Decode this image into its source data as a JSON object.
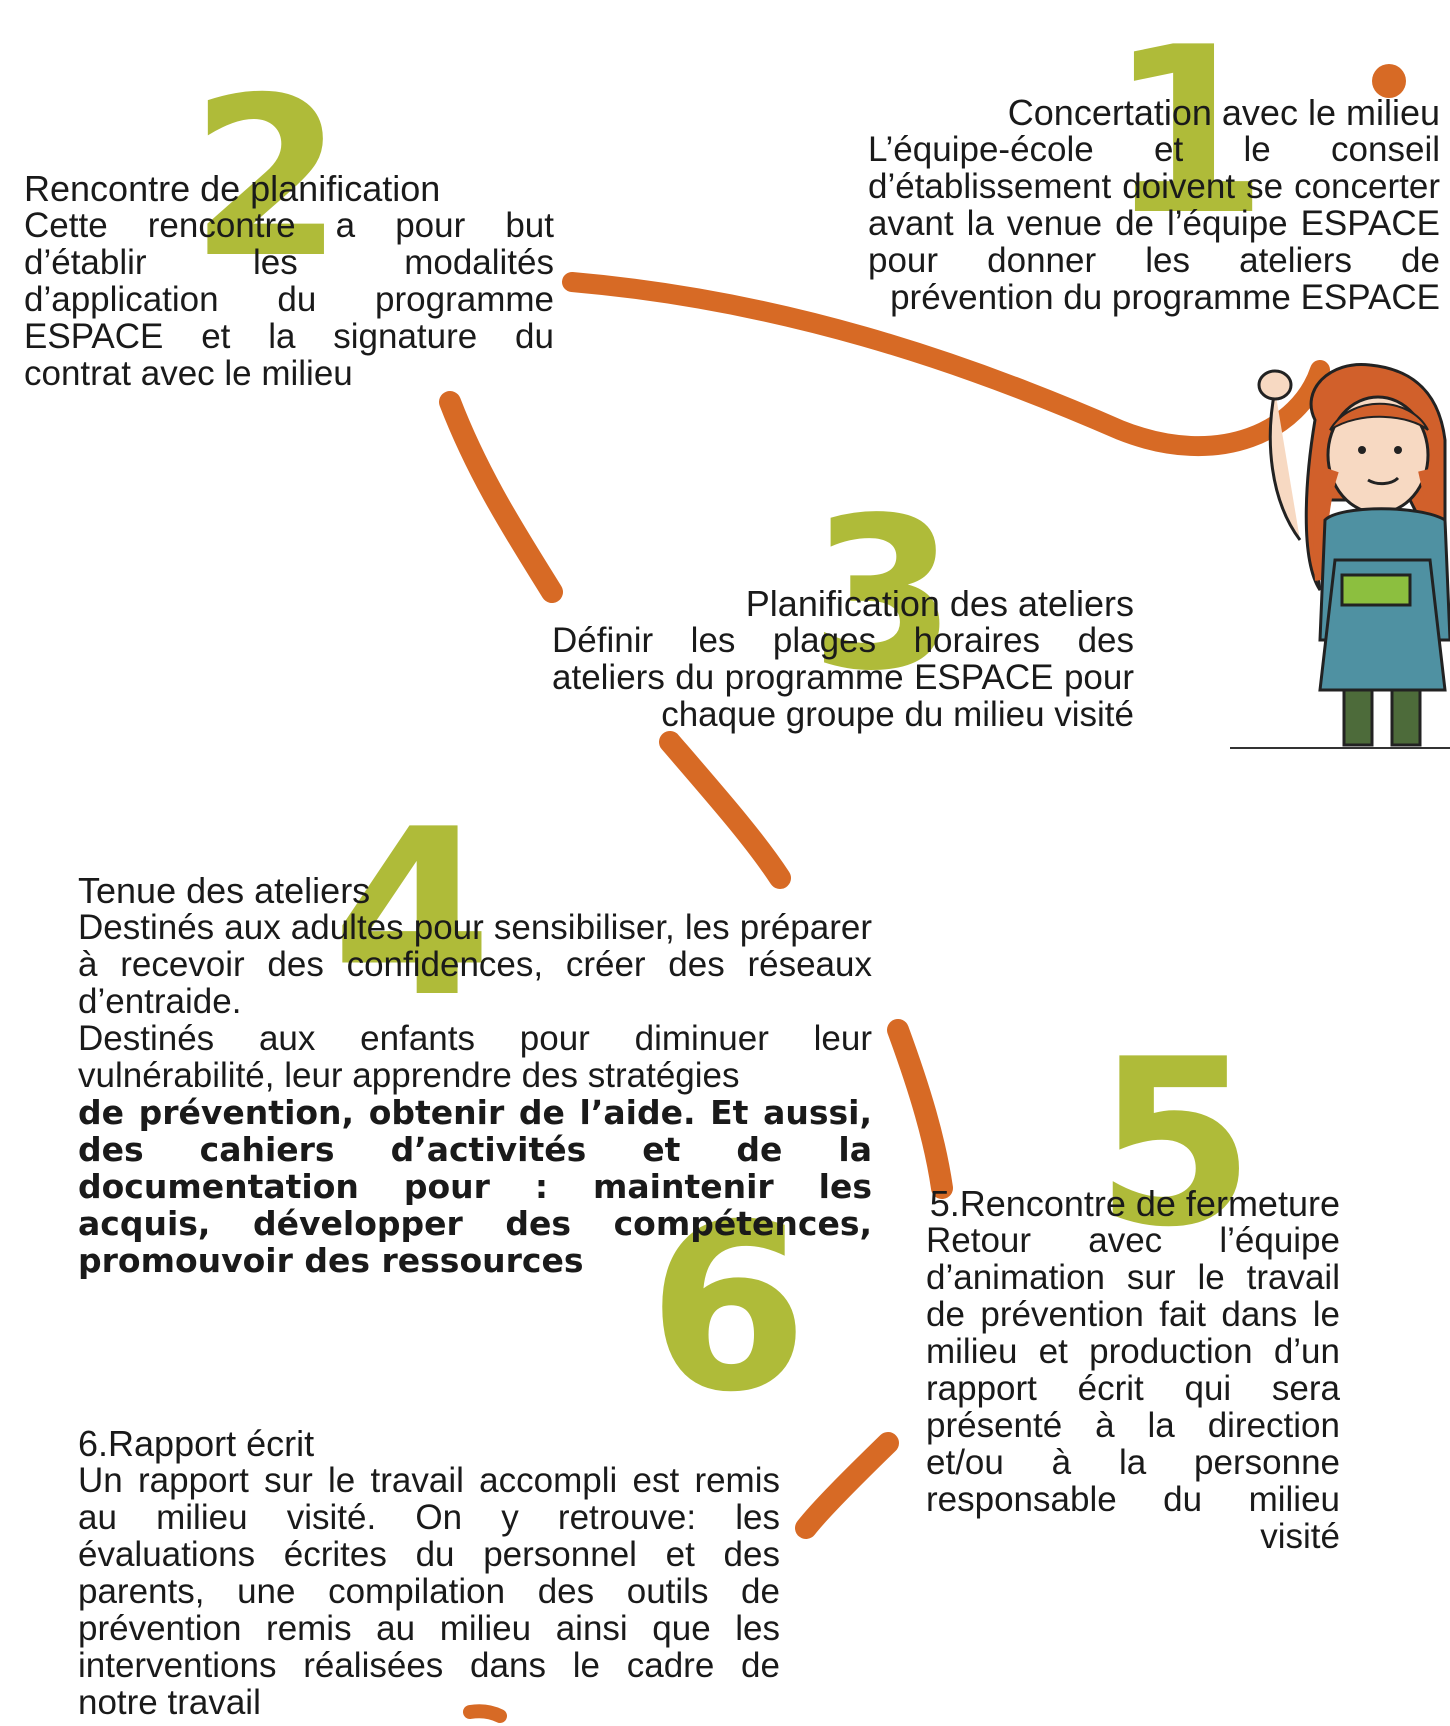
{
  "colors": {
    "number": "#a9b629",
    "arc": "#d76a25",
    "text": "#1a1a1a"
  },
  "icons": [
    "girl-mascot-illustration"
  ],
  "steps": [
    {
      "number": "1",
      "title": "Concertation avec le milieu",
      "body": "L’équipe-école et le conseil d’établissement doivent se concerter avant la venue de l’équipe ESPACE pour donner les ateliers de prévention du programme ESPACE"
    },
    {
      "number": "2",
      "title": "Rencontre de planification",
      "body": "Cette rencontre a pour but d’établir les modalités d’application du programme ESPACE et la signature du contrat avec le milieu"
    },
    {
      "number": "3",
      "title": "Planification des ateliers",
      "body": "Définir les plages horaires des ateliers du programme ESPACE pour chaque groupe du milieu visité"
    },
    {
      "number": "4",
      "title": "Tenue des ateliers",
      "body_part1": "Destinés aux adultes pour sensibiliser, les préparer à recevoir des confidences, créer des réseaux d’entraide.",
      "body_part2": "Destinés aux enfants pour diminuer leur vulnérabilité, leur apprendre des stratégies",
      "body_part3": "de prévention, obtenir de l’aide. Et aussi, des cahiers d’activités et de la documentation pour : maintenir les acquis, développer des compétences, promouvoir des ressources"
    },
    {
      "number": "5",
      "title": "5.Rencontre de fermeture",
      "body": "Retour avec l’équipe d’animation sur le travail de prévention fait dans le milieu et production d’un rapport écrit qui sera présenté à la direction et/ou à la personne responsable du milieu visité"
    },
    {
      "number": "6",
      "title": "6.Rapport écrit",
      "body": "Un rapport sur le travail accompli est remis au milieu visité. On y retrouve: les évaluations écrites du personnel et des parents, une compilation des outils de prévention remis au milieu ainsi que les interventions réalisées dans le cadre de notre travail"
    }
  ]
}
